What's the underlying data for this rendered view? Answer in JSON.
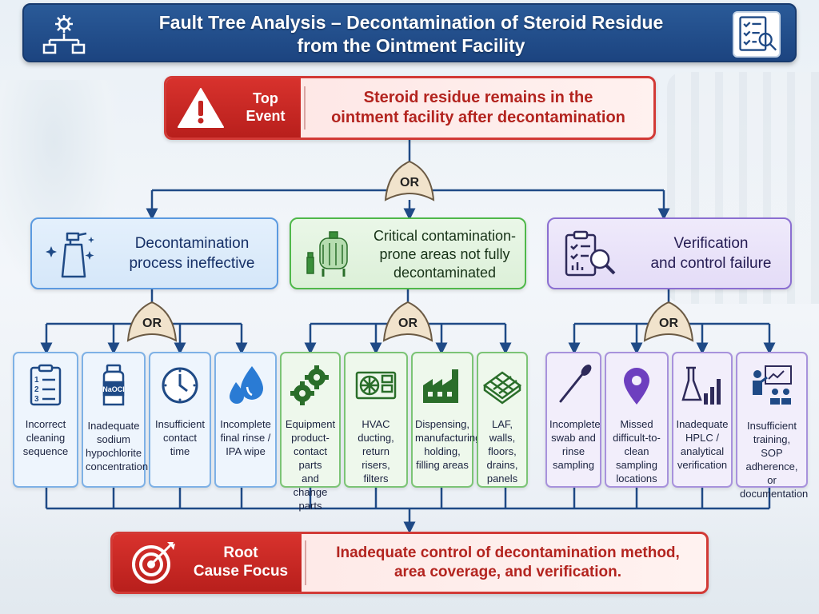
{
  "header": {
    "title": "Fault Tree Analysis – Decontamination of Steroid Residue\nfrom the Ointment Facility",
    "left_icon": "gear-network-icon",
    "right_icon": "checklist-magnifier-icon"
  },
  "top_event": {
    "badge_label": "Top\nEvent",
    "text": "Steroid residue remains in the\nointment facility after decontamination",
    "icon": "warning-icon"
  },
  "gates": {
    "main": "OR",
    "blue": "OR",
    "green": "OR",
    "purple": "OR"
  },
  "branches": [
    {
      "text": "Decontamination\nprocess ineffective",
      "icon": "spray-bottle-icon",
      "color": "#5b9ae0"
    },
    {
      "text": "Critical contamination-\nprone areas not fully\ndecontaminated",
      "icon": "tank-vessel-icon",
      "color": "#4fb84a"
    },
    {
      "text": "Verification\nand control failure",
      "icon": "clipboard-magnifier-icon",
      "color": "#8b6fd1"
    }
  ],
  "leaves": {
    "blue": [
      {
        "text": "Incorrect\ncleaning\nsequence",
        "icon": "numbered-list-icon"
      },
      {
        "text": "Inadequate\nsodium\nhypochlorite\nconcentration",
        "icon": "naocl-bottle-icon",
        "bottle_label": "NaOCl"
      },
      {
        "text": "Insufficient\ncontact\ntime",
        "icon": "clock-icon"
      },
      {
        "text": "Incomplete\nfinal rinse /\nIPA wipe",
        "icon": "water-drops-icon"
      }
    ],
    "green": [
      {
        "text": "Equipment\nproduct-\ncontact parts\nand change\nparts",
        "icon": "gears-icon"
      },
      {
        "text": "HVAC\nducting,\nreturn risers,\nfilters",
        "icon": "hvac-fan-icon"
      },
      {
        "text": "Dispensing,\nmanufacturing,\nholding,\nfilling areas",
        "icon": "factory-icon"
      },
      {
        "text": "LAF, walls,\nfloors, drains,\npanels",
        "icon": "grid-panel-icon"
      }
    ],
    "purple": [
      {
        "text": "Incomplete\nswab and\nrinse\nsampling",
        "icon": "swab-icon"
      },
      {
        "text": "Missed\ndifficult-to-clean\nsampling\nlocations",
        "icon": "location-pin-icon"
      },
      {
        "text": "Inadequate\nHPLC /\nanalytical\nverification",
        "icon": "flask-chart-icon"
      },
      {
        "text": "Insufficient\ntraining,\nSOP adherence,\nor\ndocumentation",
        "icon": "training-presenter-icon"
      }
    ]
  },
  "root_cause": {
    "badge_label": "Root\nCause Focus",
    "text": "Inadequate control of decontamination method,\narea coverage, and verification.",
    "icon": "target-icon"
  }
}
